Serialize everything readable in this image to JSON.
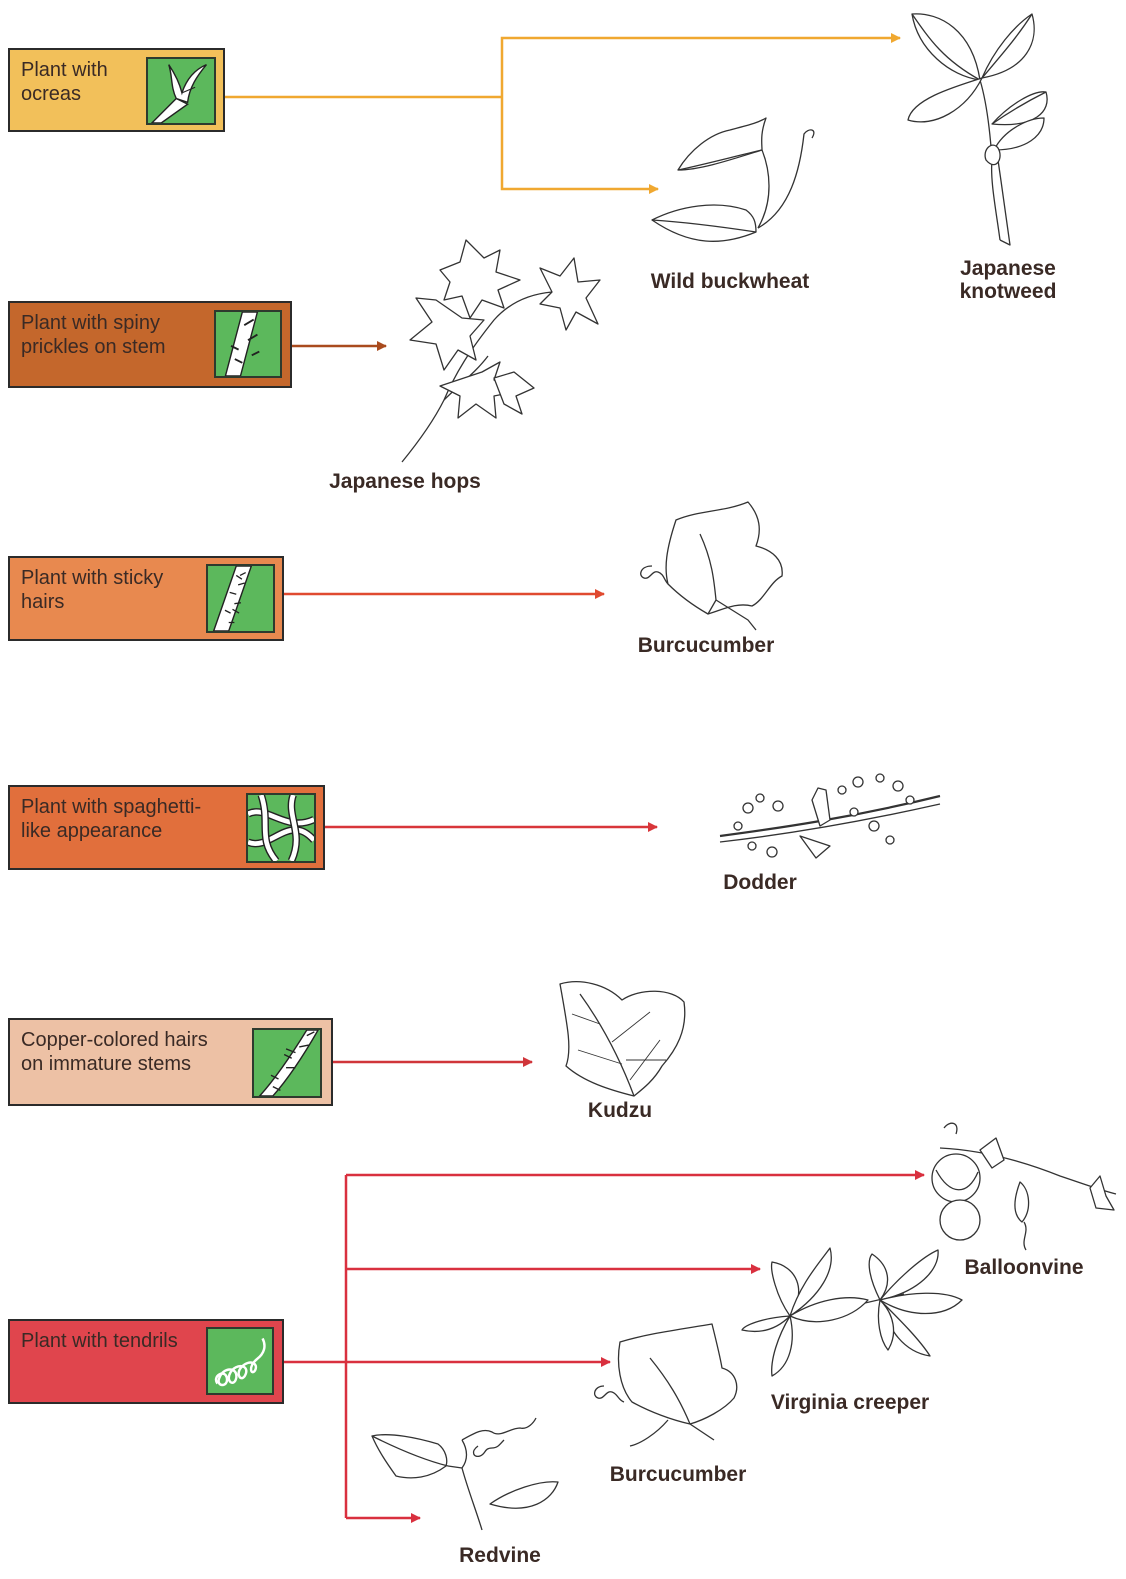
{
  "colors": {
    "ocreas_box": "#f2c05a",
    "prickles_box": "#c4672c",
    "sticky_box": "#e8894f",
    "spaghetti_box": "#e16f3c",
    "copper_box": "#edc1a5",
    "tendrils_box": "#e0454d",
    "icon_green": "#5cb85c",
    "arrow_ocreas": "#f0a830",
    "arrow_prickles": "#a94b1e",
    "arrow_sticky": "#e04a30",
    "arrow_spaghetti": "#d8363a",
    "arrow_copper": "#d0353a",
    "arrow_tendrils": "#d9303f"
  },
  "keys": {
    "ocreas": "Plant with\nocreas",
    "prickles": "Plant with spiny\nprickles on stem",
    "sticky": "Plant with sticky\nhairs",
    "spaghetti": "Plant with spaghetti-\nlike appearance",
    "copper": "Copper-colored hairs\non immature stems",
    "tendrils": "Plant with tendrils"
  },
  "icons": {
    "ocreas": "ocrea-sheath-icon",
    "prickles": "prickly-stem-icon",
    "sticky": "hairy-stem-icon",
    "spaghetti": "tangled-stems-icon",
    "copper": "copper-hair-stem-icon",
    "tendrils": "coiled-tendril-icon"
  },
  "plants": {
    "wild_buckwheat": "Wild buckwheat",
    "japanese_knotweed": "Japanese\nknotweed",
    "japanese_hops": "Japanese hops",
    "burcucumber_1": "Burcucumber",
    "dodder": "Dodder",
    "kudzu": "Kudzu",
    "balloonvine": "Balloonvine",
    "virginia_creeper": "Virginia creeper",
    "burcucumber_2": "Burcucumber",
    "redvine": "Redvine"
  }
}
